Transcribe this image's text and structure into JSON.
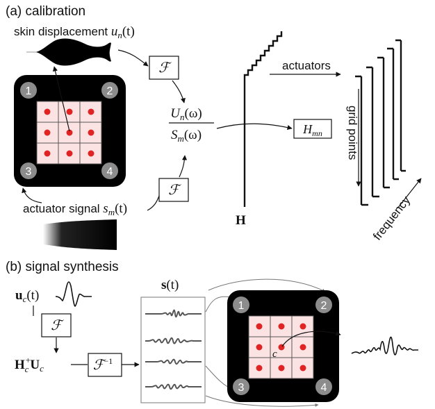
{
  "panel_a": {
    "title": "(a) calibration",
    "skin_label": "skin displacement ",
    "skin_var": "u",
    "skin_sub": "n",
    "skin_arg": "(t)",
    "fourier_symbol": "ℱ",
    "ratio_num_var": "U",
    "ratio_num_sub": "n",
    "ratio_num_arg": "(ω)",
    "ratio_den_var": "S",
    "ratio_den_sub": "m",
    "ratio_den_arg": "(ω)",
    "hmn_var": "H",
    "hmn_sub": "mn",
    "matrix_label": "H",
    "actuators_label": "actuators",
    "grid_points_label": "grid points",
    "frequency_label": "frequency",
    "actuator_signal_label": "actuator signal ",
    "actuator_var": "s",
    "actuator_sub": "m",
    "actuator_arg": "(t)",
    "corner_numbers": [
      "1",
      "2",
      "3",
      "4"
    ]
  },
  "panel_b": {
    "title": "(b) signal synthesis",
    "uc_var": "u",
    "uc_sub": "c",
    "uc_arg": "(t)",
    "fourier_symbol": "ℱ",
    "inverse_fourier_symbol": "ℱ",
    "inverse_exp": "−1",
    "hu_h": "H",
    "hu_sub": "c",
    "hu_sup": "+",
    "hu_u": "U",
    "hu_u_sub": "c",
    "st_var": "s",
    "st_arg": "(t)",
    "center_label": "c",
    "corner_numbers": [
      "1",
      "2",
      "3",
      "4"
    ]
  },
  "colors": {
    "device": "#000000",
    "corner_circle": "#8c8c8c",
    "grid_fill": "#fbe3e3",
    "grid_line": "#555555",
    "dot": "#e02424",
    "waveform": "#555555"
  }
}
